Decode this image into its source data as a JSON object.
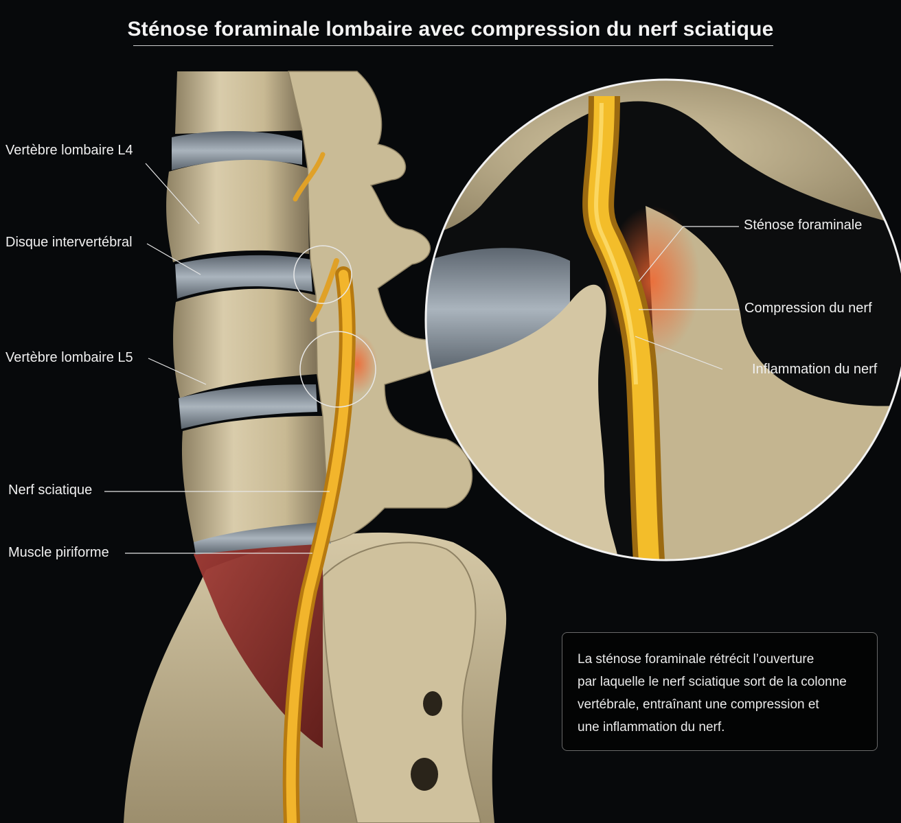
{
  "title": "Sténose foraminale lombaire avec compression du nerf sciatique",
  "labels": {
    "vertebra_l4": "Vertèbre lombaire L4",
    "disc": "Disque intervertébral",
    "vertebra_l5": "Vertèbre lombaire L5",
    "sciatic_nerve": "Nerf sciatique",
    "piriformis": "Muscle piriforme",
    "foraminal_stenosis": "Sténose foraminale",
    "nerve_compression": "Compression du nerf",
    "nerve_inflammation": "Inflammation du nerf"
  },
  "note": {
    "lines": [
      "La sténose foraminale rétrécit l’ouverture",
      "par laquelle le nerf sciatique sort de la colonne",
      "vertébrale, entraînant une compression et",
      "une inflammation du nerf."
    ]
  },
  "colors": {
    "background": "#07090b",
    "bone": "#cbbd9a",
    "disc": "#8d99a5",
    "nerve": "#e6a21e",
    "muscle": "#8c2a28",
    "inflammation": "#e2582e"
  }
}
